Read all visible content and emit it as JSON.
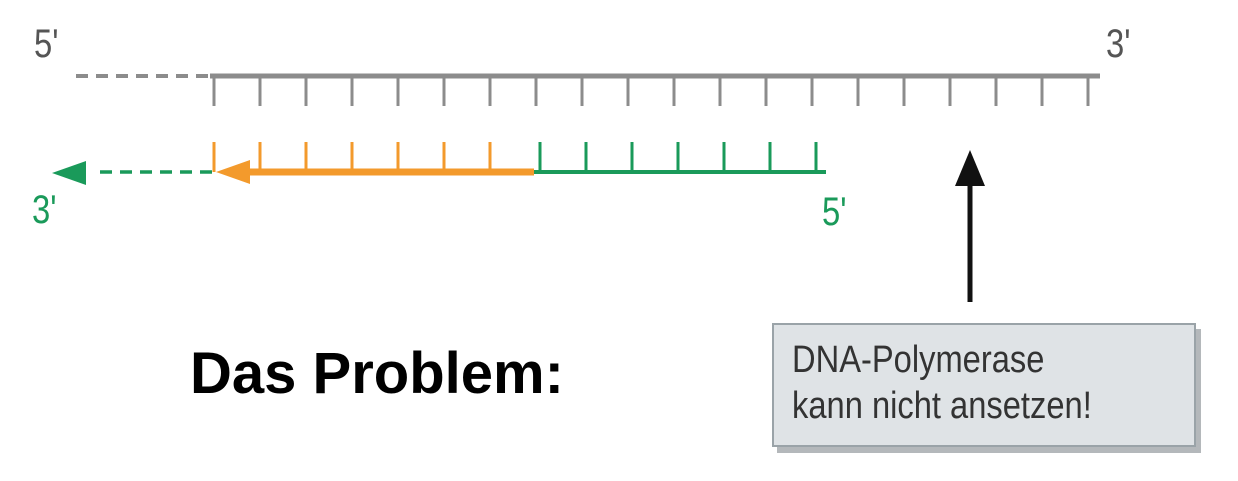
{
  "labels": {
    "template_five_prime": "5'",
    "template_three_prime": "3'",
    "new_strand_three_prime": "3'",
    "new_strand_five_prime": "5'"
  },
  "title": "Das Problem:",
  "callout": {
    "line1": "DNA-Polymerase",
    "line2": "kann nicht ansetzen!"
  },
  "colors": {
    "template": "#8c8c8c",
    "primer": "#f39a2c",
    "new_strand": "#1a9a5a",
    "arrow": "#111111"
  },
  "template_tick_count": 20,
  "primer_tick_count": 7,
  "new_strand_tick_count": 7
}
